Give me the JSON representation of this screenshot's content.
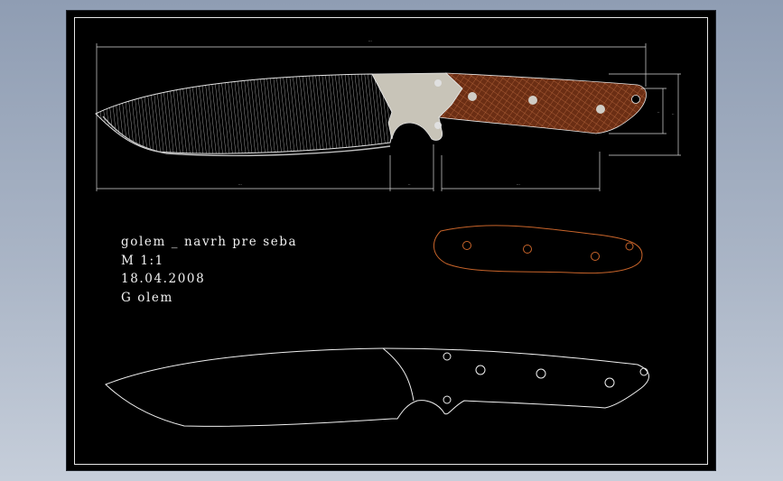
{
  "notes": {
    "title": "golem _ navrh pre seba",
    "scale": "M  1:1",
    "date": "18.04.2008",
    "author": "G olem"
  },
  "dimensions": [
    "···",
    "···",
    "··",
    "···",
    "··",
    "··"
  ],
  "colors": {
    "background_top": "#8f9db3",
    "sheet": "#000000",
    "line": "#e6e6e6",
    "steel": "#c8c4b8",
    "handle": "#6b2e14",
    "outline_orange": "#c8642a"
  }
}
